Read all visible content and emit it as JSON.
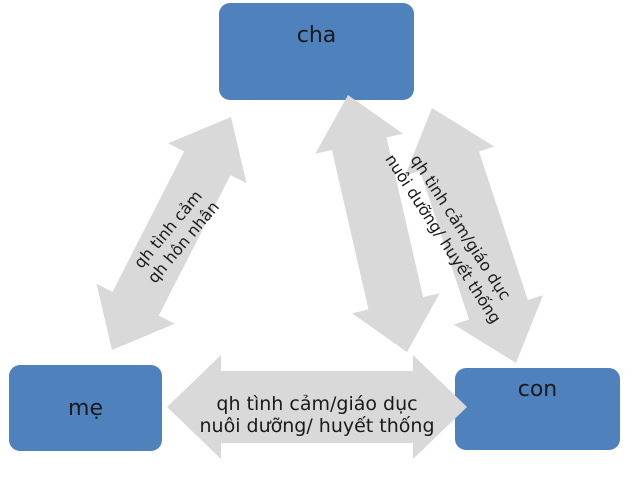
{
  "diagram": {
    "nodes": [
      {
        "id": "cha",
        "label": "cha"
      },
      {
        "id": "me",
        "label": "mẹ"
      },
      {
        "id": "con",
        "label": "con"
      }
    ],
    "edges": [
      {
        "id": "me-cha",
        "lines": [
          "qh tình cảm",
          "qh hôn nhân"
        ]
      },
      {
        "id": "cha-con",
        "lines": [
          "qh tình cảm/giáo dục",
          "nuôi dưỡng/ huyết thống"
        ]
      },
      {
        "id": "me-con",
        "lines": [
          "qh tình cảm/giáo dục",
          "nuôi dưỡng/ huyết thống"
        ]
      }
    ],
    "colors": {
      "node_fill": "#4f81bd",
      "arrow_fill": "#d9d9d9",
      "node_text": "#1a1a1a",
      "label_text": "#1a1a1a",
      "background": "#ffffff"
    }
  }
}
